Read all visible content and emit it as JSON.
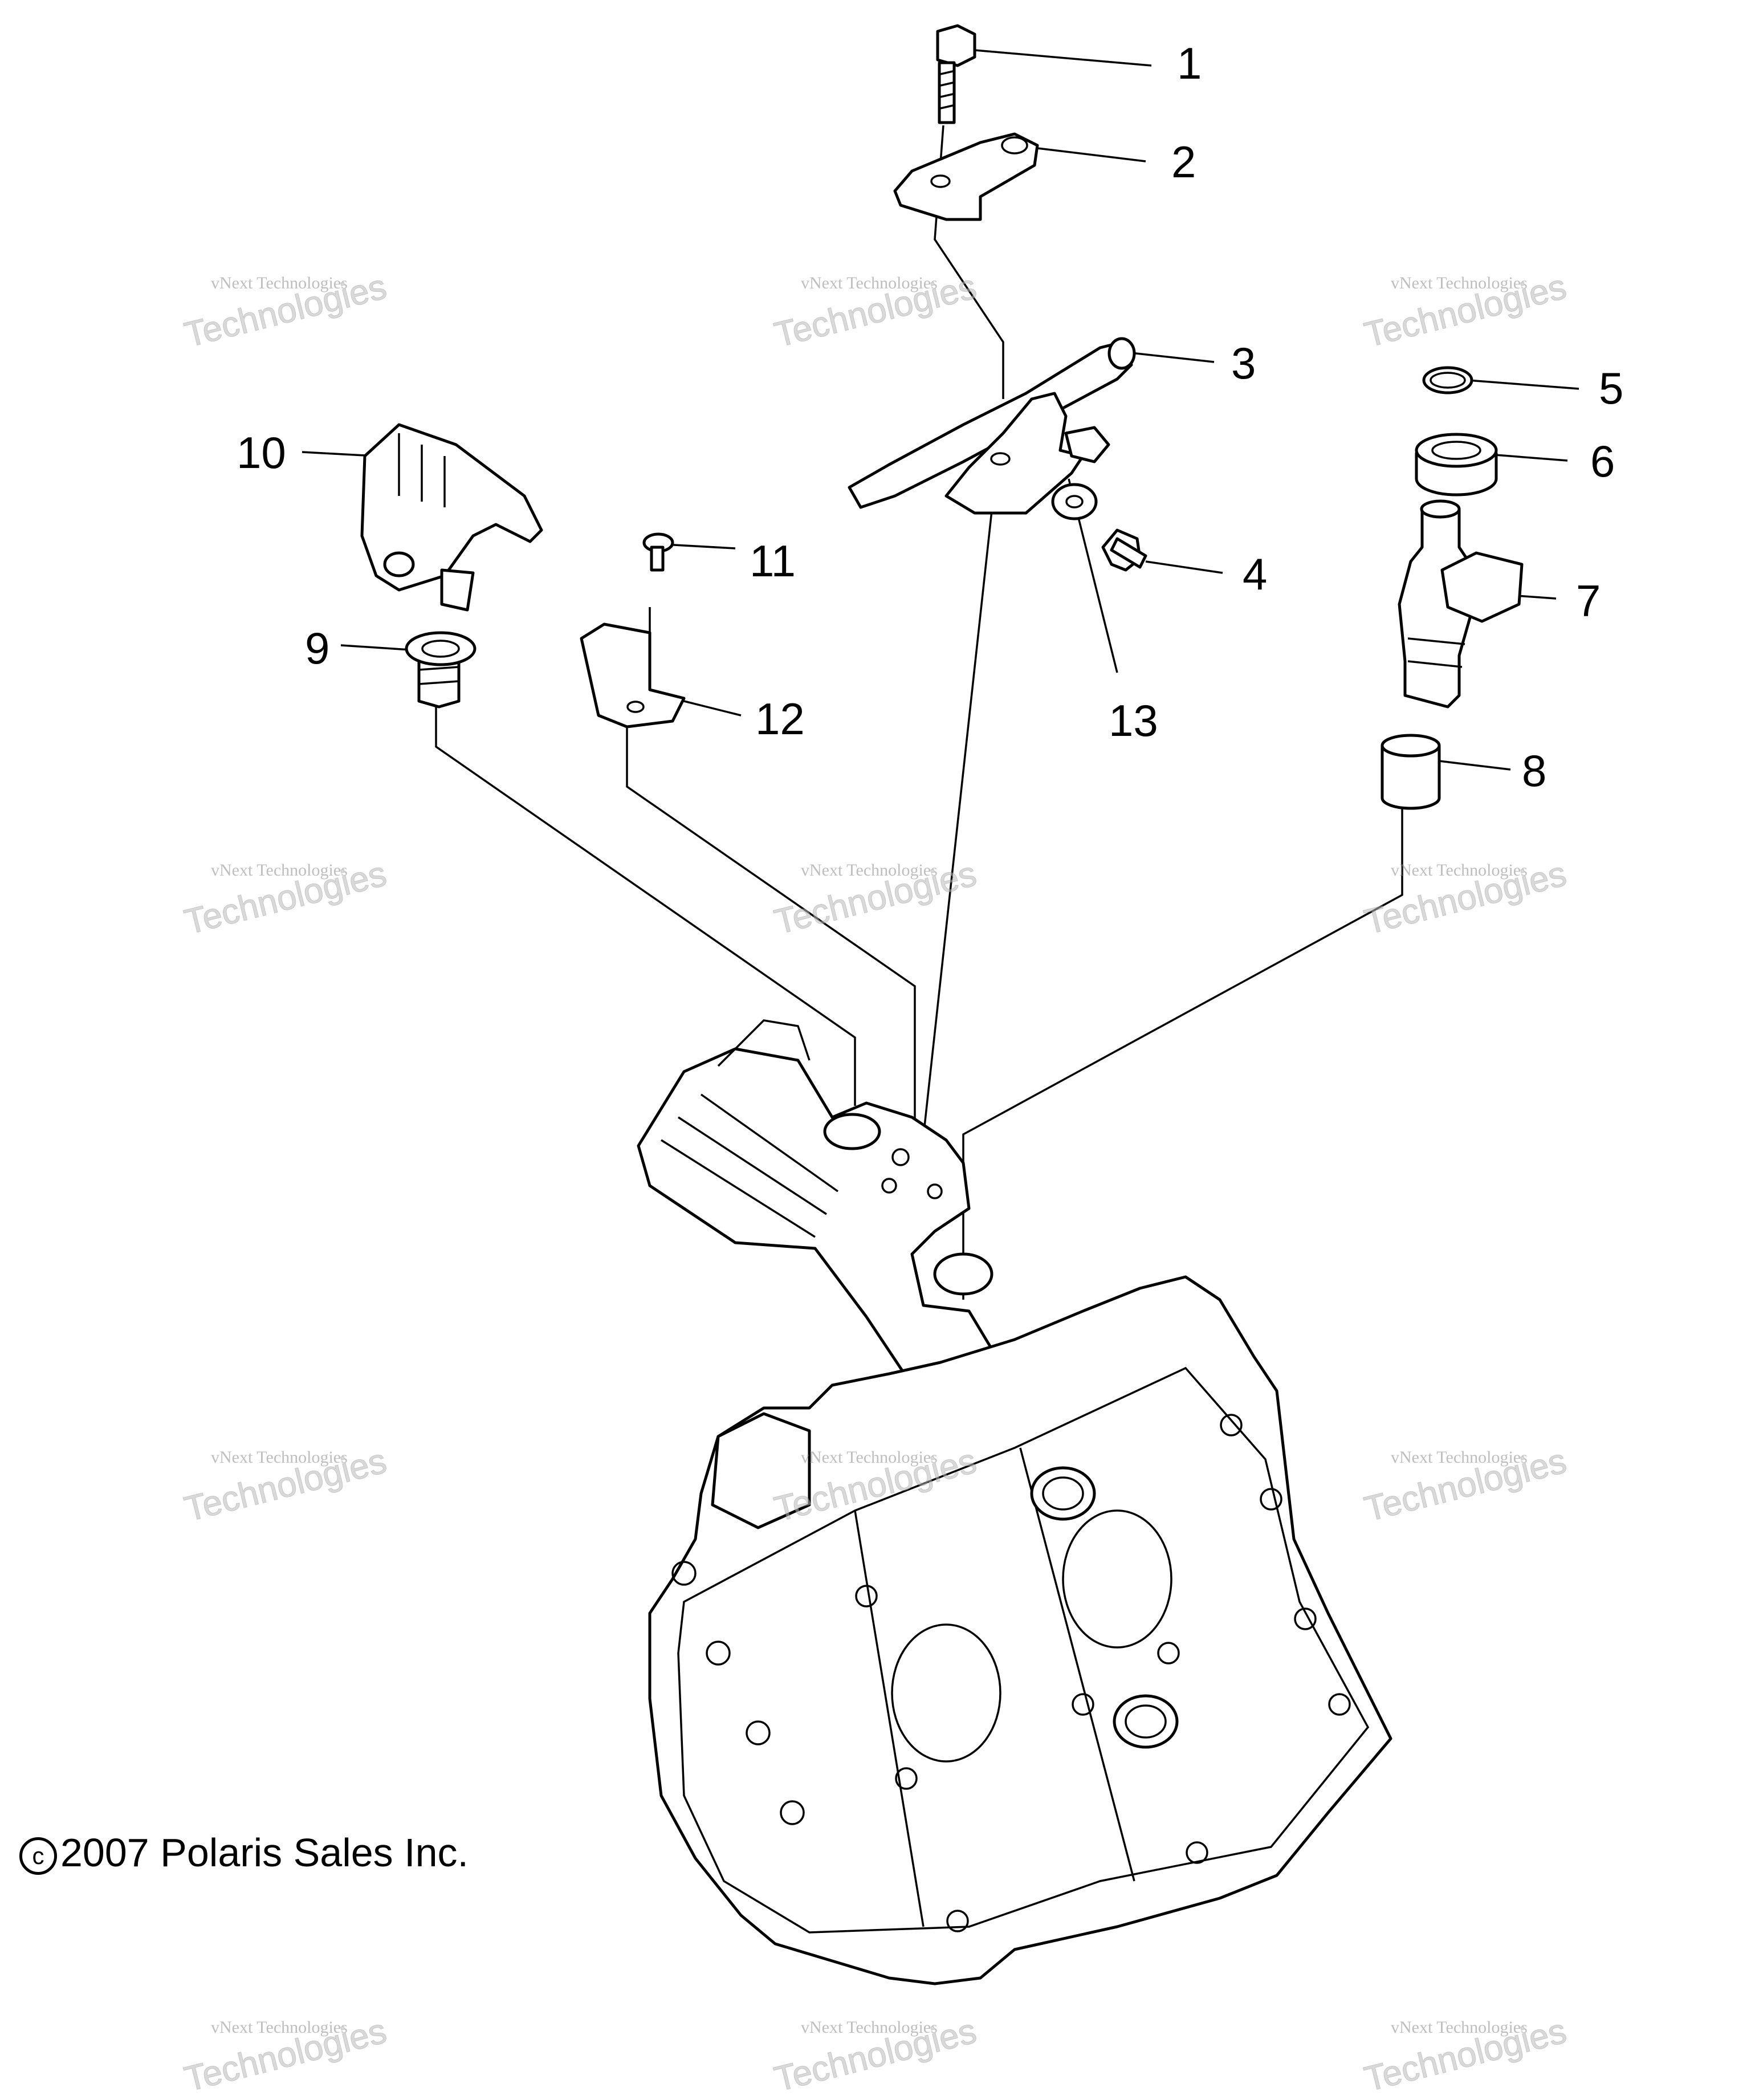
{
  "callouts": [
    {
      "id": "1",
      "label": "1"
    },
    {
      "id": "2",
      "label": "2"
    },
    {
      "id": "3",
      "label": "3"
    },
    {
      "id": "4",
      "label": "4"
    },
    {
      "id": "5",
      "label": "5"
    },
    {
      "id": "6",
      "label": "6"
    },
    {
      "id": "7",
      "label": "7"
    },
    {
      "id": "8",
      "label": "8"
    },
    {
      "id": "9",
      "label": "9"
    },
    {
      "id": "10",
      "label": "10"
    },
    {
      "id": "11",
      "label": "11"
    },
    {
      "id": "12",
      "label": "12"
    },
    {
      "id": "13",
      "label": "13"
    }
  ],
  "copyright": {
    "symbol": "c",
    "text": "2007 Polaris Sales Inc."
  },
  "watermark": {
    "line1": "vNext Technologies",
    "line2": "Technologies"
  }
}
